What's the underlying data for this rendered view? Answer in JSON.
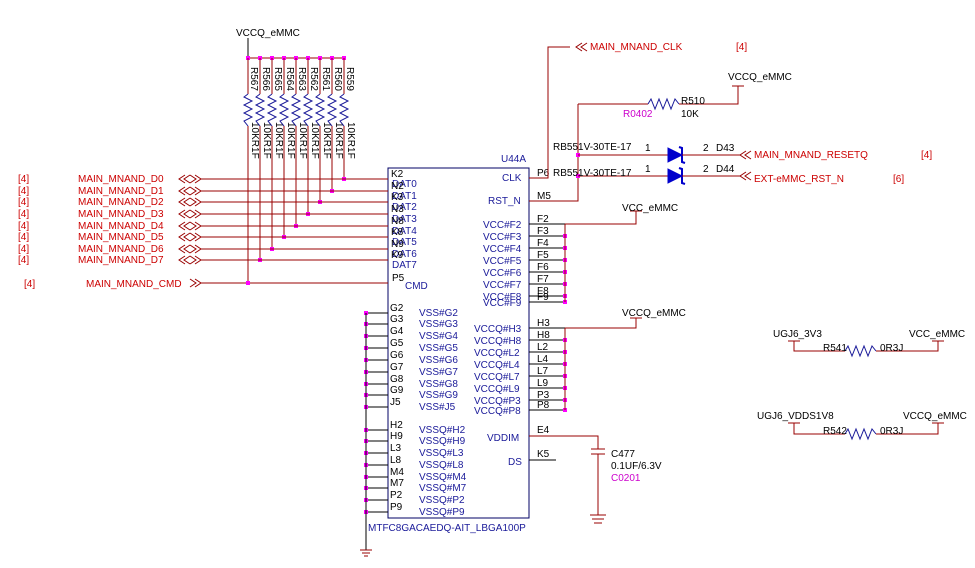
{
  "chip": {
    "ref": "U44A",
    "part": "MTFC8GACAEDQ-AIT_LBGA100P",
    "left_pins": [
      {
        "num": "K2",
        "name": "DAT0"
      },
      {
        "num": "N2",
        "name": "DAT1"
      },
      {
        "num": "K3",
        "name": "DAT2"
      },
      {
        "num": "N3",
        "name": "DAT3"
      },
      {
        "num": "N8",
        "name": "DAT4"
      },
      {
        "num": "K8",
        "name": "DAT5"
      },
      {
        "num": "N9",
        "name": "DAT6"
      },
      {
        "num": "K9",
        "name": "DAT7"
      },
      {
        "num": "P5",
        "name": "CMD"
      }
    ],
    "vss_pins": [
      {
        "num": "G2",
        "name": "VSS#G2"
      },
      {
        "num": "G3",
        "name": "VSS#G3"
      },
      {
        "num": "G4",
        "name": "VSS#G4"
      },
      {
        "num": "G5",
        "name": "VSS#G5"
      },
      {
        "num": "G6",
        "name": "VSS#G6"
      },
      {
        "num": "G7",
        "name": "VSS#G7"
      },
      {
        "num": "G8",
        "name": "VSS#G8"
      },
      {
        "num": "G9",
        "name": "VSS#G9"
      },
      {
        "num": "J5",
        "name": "VSS#J5"
      }
    ],
    "vssq_pins": [
      {
        "num": "H2",
        "name": "VSSQ#H2"
      },
      {
        "num": "H9",
        "name": "VSSQ#H9"
      },
      {
        "num": "L3",
        "name": "VSSQ#L3"
      },
      {
        "num": "L8",
        "name": "VSSQ#L8"
      },
      {
        "num": "M4",
        "name": "VSSQ#M4"
      },
      {
        "num": "M7",
        "name": "VSSQ#M7"
      },
      {
        "num": "P2",
        "name": "VSSQ#P2"
      },
      {
        "num": "P9",
        "name": "VSSQ#P9"
      }
    ],
    "right_top": [
      {
        "num": "P6",
        "name": "CLK"
      },
      {
        "num": "M5",
        "name": "RST_N"
      }
    ],
    "vcc_pins": [
      {
        "num": "F2",
        "name": "VCC#F2"
      },
      {
        "num": "F3",
        "name": "VCC#F3"
      },
      {
        "num": "F4",
        "name": "VCC#F4"
      },
      {
        "num": "F5",
        "name": "VCC#F5"
      },
      {
        "num": "F6",
        "name": "VCC#F6"
      },
      {
        "num": "F7",
        "name": "VCC#F7"
      },
      {
        "num": "F8",
        "name": "VCC#F8"
      },
      {
        "num": "F9",
        "name": "VCC#F9"
      }
    ],
    "vccq_pins": [
      {
        "num": "H3",
        "name": "VCCQ#H3"
      },
      {
        "num": "H8",
        "name": "VCCQ#H8"
      },
      {
        "num": "L2",
        "name": "VCCQ#L2"
      },
      {
        "num": "L4",
        "name": "VCCQ#L4"
      },
      {
        "num": "L7",
        "name": "VCCQ#L7"
      },
      {
        "num": "L9",
        "name": "VCCQ#L9"
      },
      {
        "num": "P3",
        "name": "VCCQ#P3"
      },
      {
        "num": "P8",
        "name": "VCCQ#P8"
      }
    ],
    "vddim": {
      "num": "E4",
      "name": "VDDIM"
    },
    "ds": {
      "num": "K5",
      "name": "DS"
    }
  },
  "left_nets": [
    {
      "ref": "[4]",
      "name": "MAIN_MNAND_D0"
    },
    {
      "ref": "[4]",
      "name": "MAIN_MNAND_D1"
    },
    {
      "ref": "[4]",
      "name": "MAIN_MNAND_D2"
    },
    {
      "ref": "[4]",
      "name": "MAIN_MNAND_D3"
    },
    {
      "ref": "[4]",
      "name": "MAIN_MNAND_D4"
    },
    {
      "ref": "[4]",
      "name": "MAIN_MNAND_D5"
    },
    {
      "ref": "[4]",
      "name": "MAIN_MNAND_D6"
    },
    {
      "ref": "[4]",
      "name": "MAIN_MNAND_D7"
    }
  ],
  "cmd_net": {
    "ref": "[4]",
    "name": "MAIN_MNAND_CMD"
  },
  "pullups": {
    "rail": "VCCQ_eMMC",
    "refs": [
      "R567",
      "R566",
      "R565",
      "R564",
      "R563",
      "R562",
      "R561",
      "R560",
      "R559"
    ],
    "values": [
      "10KR1F",
      "10KR1F",
      "10KR1F",
      "10KR1F",
      "10KR1F",
      "10KR1F",
      "10KR1F",
      "10KR1F",
      "10KR1F"
    ]
  },
  "clk_net": {
    "name": "MAIN_MNAND_CLK",
    "ref": "[4]"
  },
  "r510": {
    "ref": "R510",
    "value": "10K",
    "footprint": "R0402",
    "rail": "VCCQ_eMMC"
  },
  "diodes": [
    {
      "part": "RB551V-30TE-17",
      "pin1": "1",
      "pin2": "2",
      "ref": "D43",
      "net": "MAIN_MNAND_RESETQ",
      "page": "[4]"
    },
    {
      "part": "RB551V-30TE-17",
      "pin1": "1",
      "pin2": "2",
      "ref": "D44",
      "net": "EXT-eMMC_RST_N",
      "page": "[6]"
    }
  ],
  "vcc_rail": "VCC_eMMC",
  "vccq_rail": "VCCQ_eMMC",
  "cap": {
    "ref": "C477",
    "value": "0.1UF/6.3V",
    "footprint": "C0201"
  },
  "r541": {
    "from": "UGJ6_3V3",
    "to": "VCC_eMMC",
    "ref": "R541",
    "value": "0R3J"
  },
  "r542": {
    "from": "UGJ6_VDDS1V8",
    "to": "VCCQ_eMMC",
    "ref": "R542",
    "value": "0R3J"
  }
}
